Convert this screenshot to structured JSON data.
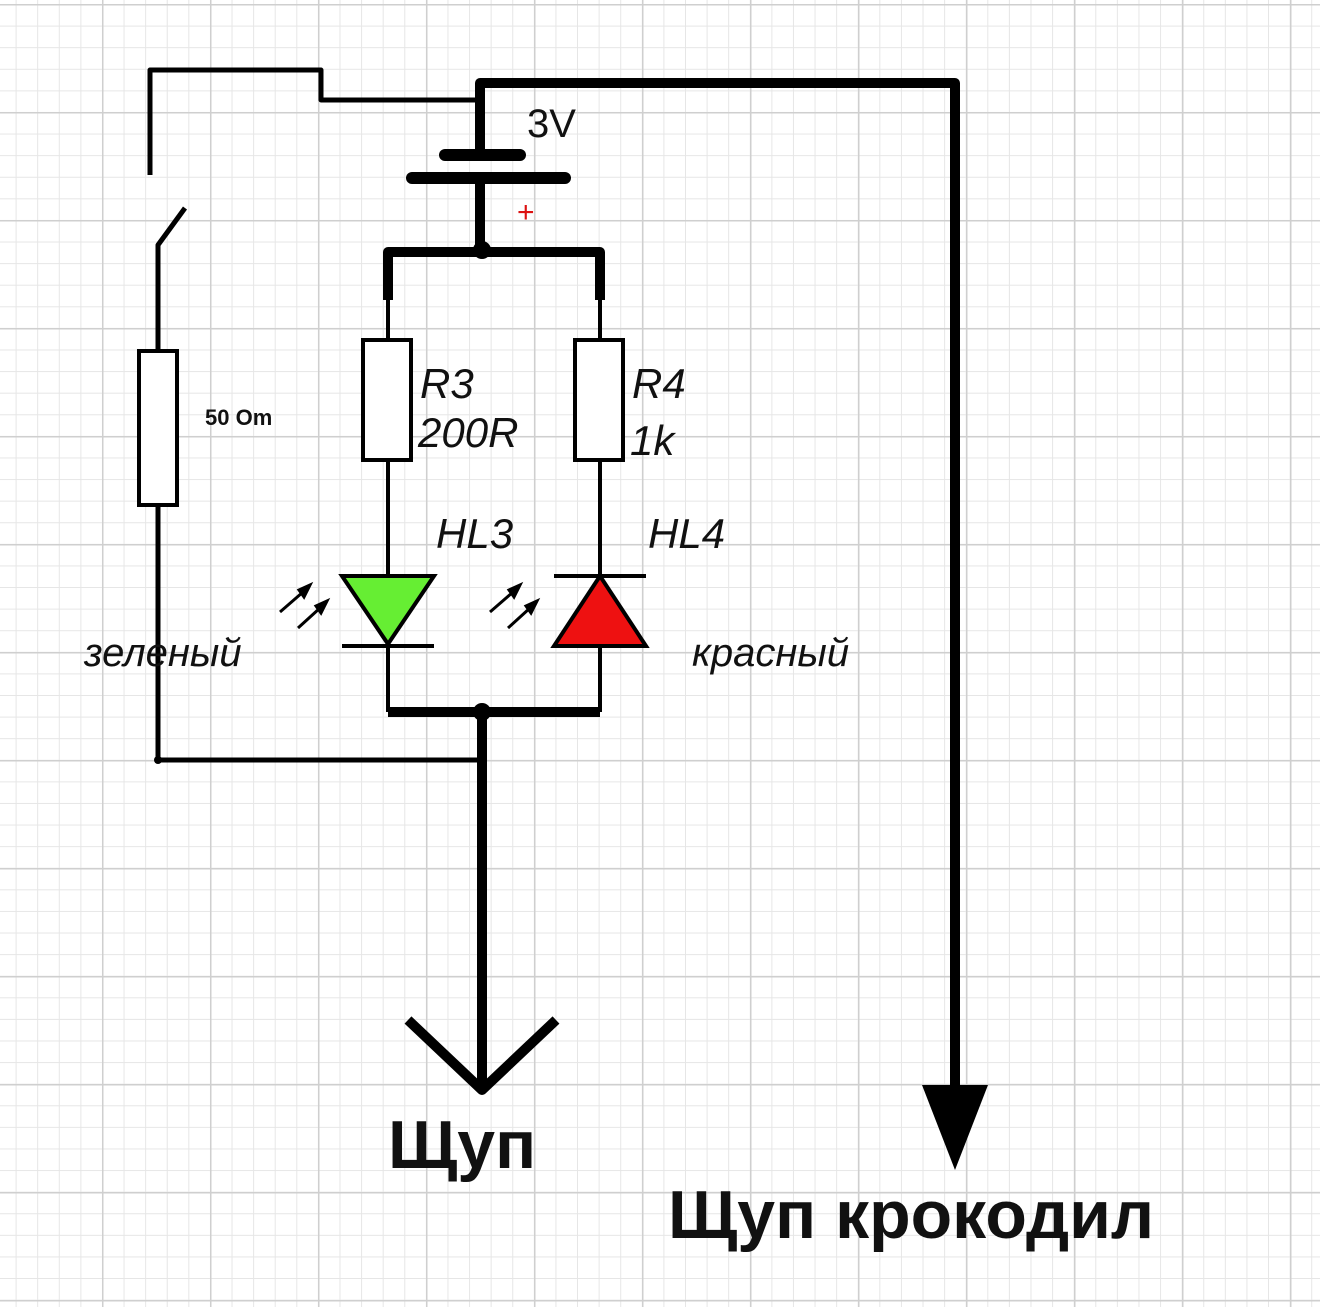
{
  "battery": {
    "voltage": "3V",
    "plus_sign": "+"
  },
  "resistors": [
    {
      "ref": "",
      "value": "50 Om"
    },
    {
      "ref": "R3",
      "value": "200R"
    },
    {
      "ref": "R4",
      "value": "1k"
    }
  ],
  "leds": [
    {
      "ref": "HL3",
      "color_name": "зеленый",
      "fill": "#66ee33"
    },
    {
      "ref": "HL4",
      "color_name": "красный",
      "fill": "#ee1111"
    }
  ],
  "probes": {
    "probe": "Щуп",
    "clip_probe": "Щуп крокодил"
  }
}
